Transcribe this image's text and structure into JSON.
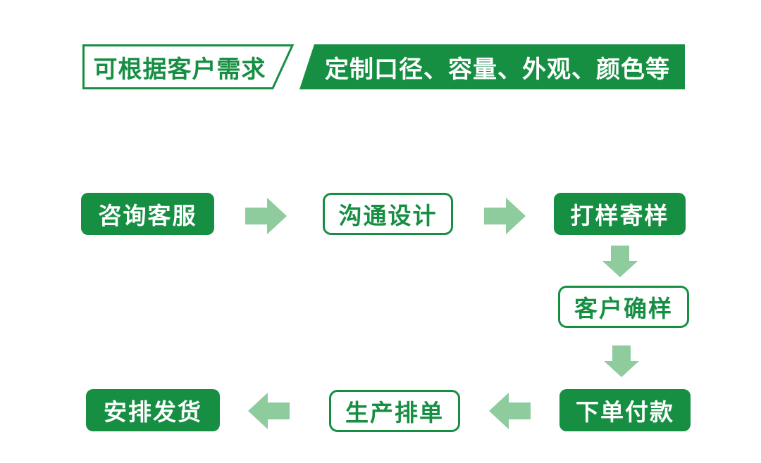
{
  "colors": {
    "green": "#168f43",
    "light_green": "#8ecb9d",
    "text_on_green": "#ffffff",
    "background": "#ffffff"
  },
  "header": {
    "left_tag": "可根据客户需求",
    "right_tag": "定制口径、容量、外观、颜色等"
  },
  "flow": {
    "steps": [
      {
        "label": "咨询客服",
        "variant": "solid"
      },
      {
        "label": "沟通设计",
        "variant": "outline"
      },
      {
        "label": "打样寄样",
        "variant": "solid"
      },
      {
        "label": "客户确样",
        "variant": "outline"
      },
      {
        "label": "下单付款",
        "variant": "solid"
      },
      {
        "label": "生产排单",
        "variant": "outline"
      },
      {
        "label": "安排发货",
        "variant": "solid"
      }
    ],
    "arrows": [
      {
        "direction": "right"
      },
      {
        "direction": "right"
      },
      {
        "direction": "down"
      },
      {
        "direction": "down"
      },
      {
        "direction": "left"
      },
      {
        "direction": "left"
      }
    ]
  }
}
